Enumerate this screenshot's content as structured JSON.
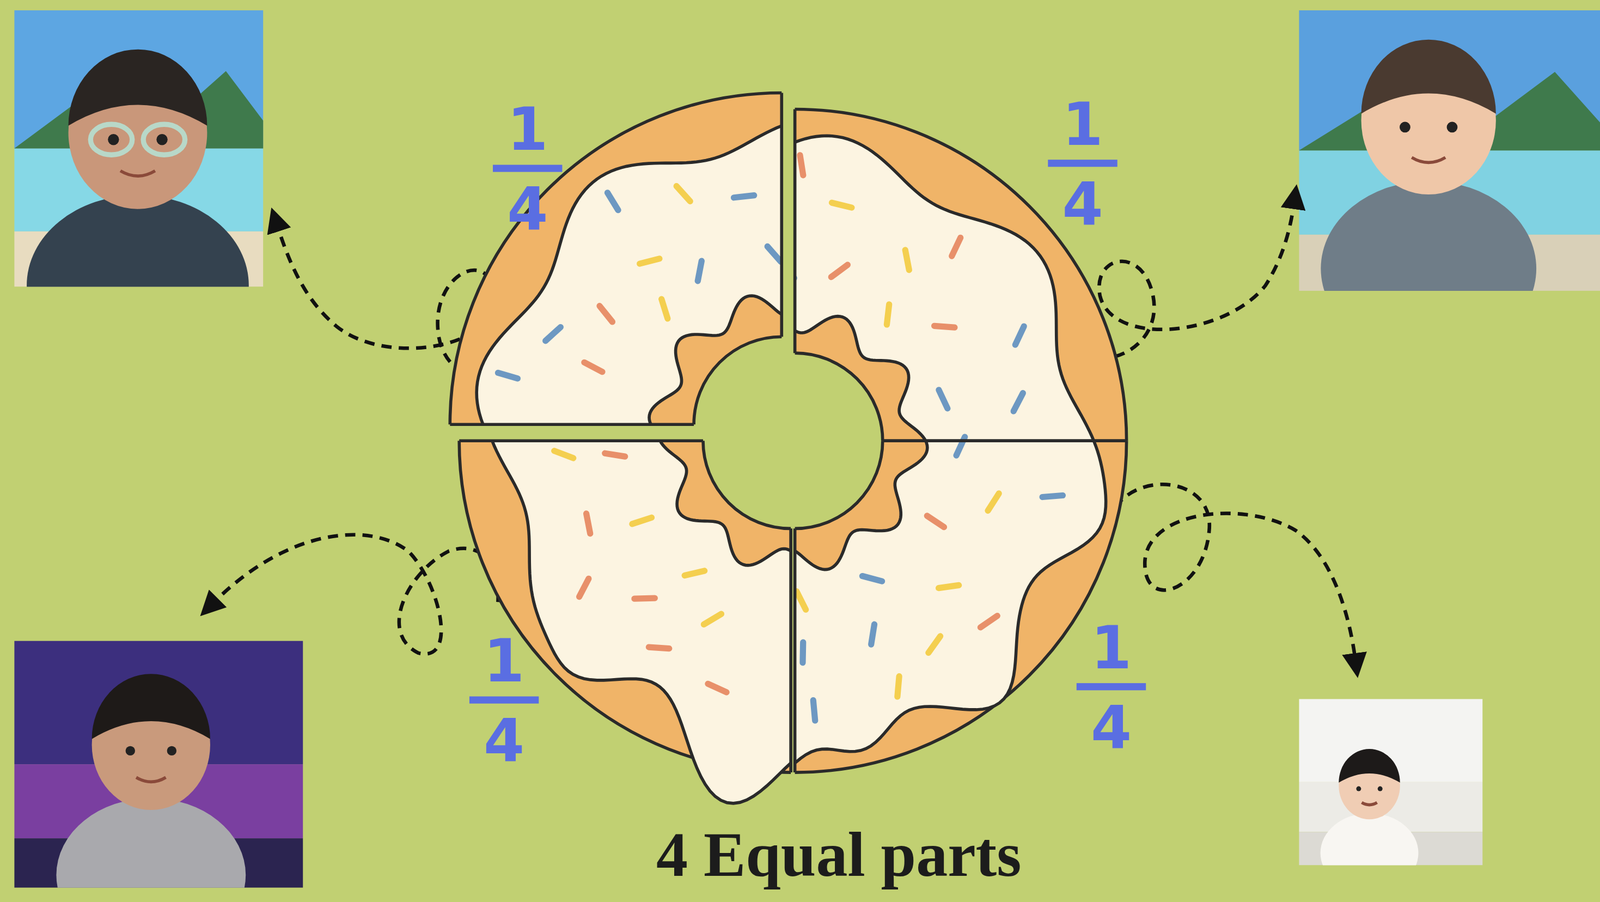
{
  "diagram": {
    "title": "4 Equal parts",
    "labels": [
      "1",
      "4",
      "1",
      "4",
      "1",
      "4",
      "1",
      "4"
    ]
  }
}
